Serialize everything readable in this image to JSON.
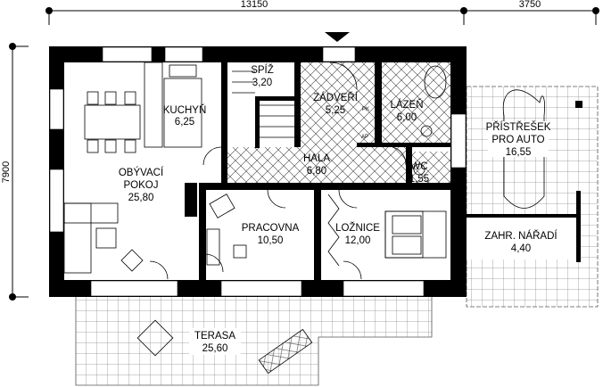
{
  "dimensions": {
    "top_main": "13150",
    "top_carport": "3750",
    "left_height": "7900"
  },
  "rooms": [
    {
      "id": "kuchyn",
      "name": "KUCHYŇ",
      "area": "6,25"
    },
    {
      "id": "spiz",
      "name": "SPÍŽ",
      "area": "3,20"
    },
    {
      "id": "zadveri",
      "name": "ZÁDVEŘÍ",
      "area": "5,25"
    },
    {
      "id": "lazen",
      "name": "LÁZEŇ",
      "area": "6,00"
    },
    {
      "id": "pristresek",
      "name": "PŘÍSTŘEŠEK",
      "name2": "PRO AUTO",
      "area": "16,55"
    },
    {
      "id": "hala",
      "name": "HALA",
      "area": "6,80"
    },
    {
      "id": "wc",
      "name": "WC",
      "area": "1,55"
    },
    {
      "id": "obyvaci",
      "name": "OBÝVACÍ",
      "name2": "POKOJ",
      "area": "25,80"
    },
    {
      "id": "pracovna",
      "name": "PRACOVNA",
      "area": "10,50"
    },
    {
      "id": "loznice",
      "name": "LOŽNICE",
      "area": "12,00"
    },
    {
      "id": "naradi",
      "name": "ZAHR. NÁŘADÍ",
      "area": "4,40"
    },
    {
      "id": "terasa",
      "name": "TERASA",
      "area": "25,60"
    }
  ],
  "symbols": {
    "ap": "AP",
    "pk": "PK"
  },
  "colors": {
    "wall": "#000000",
    "hatch": "#444444"
  }
}
